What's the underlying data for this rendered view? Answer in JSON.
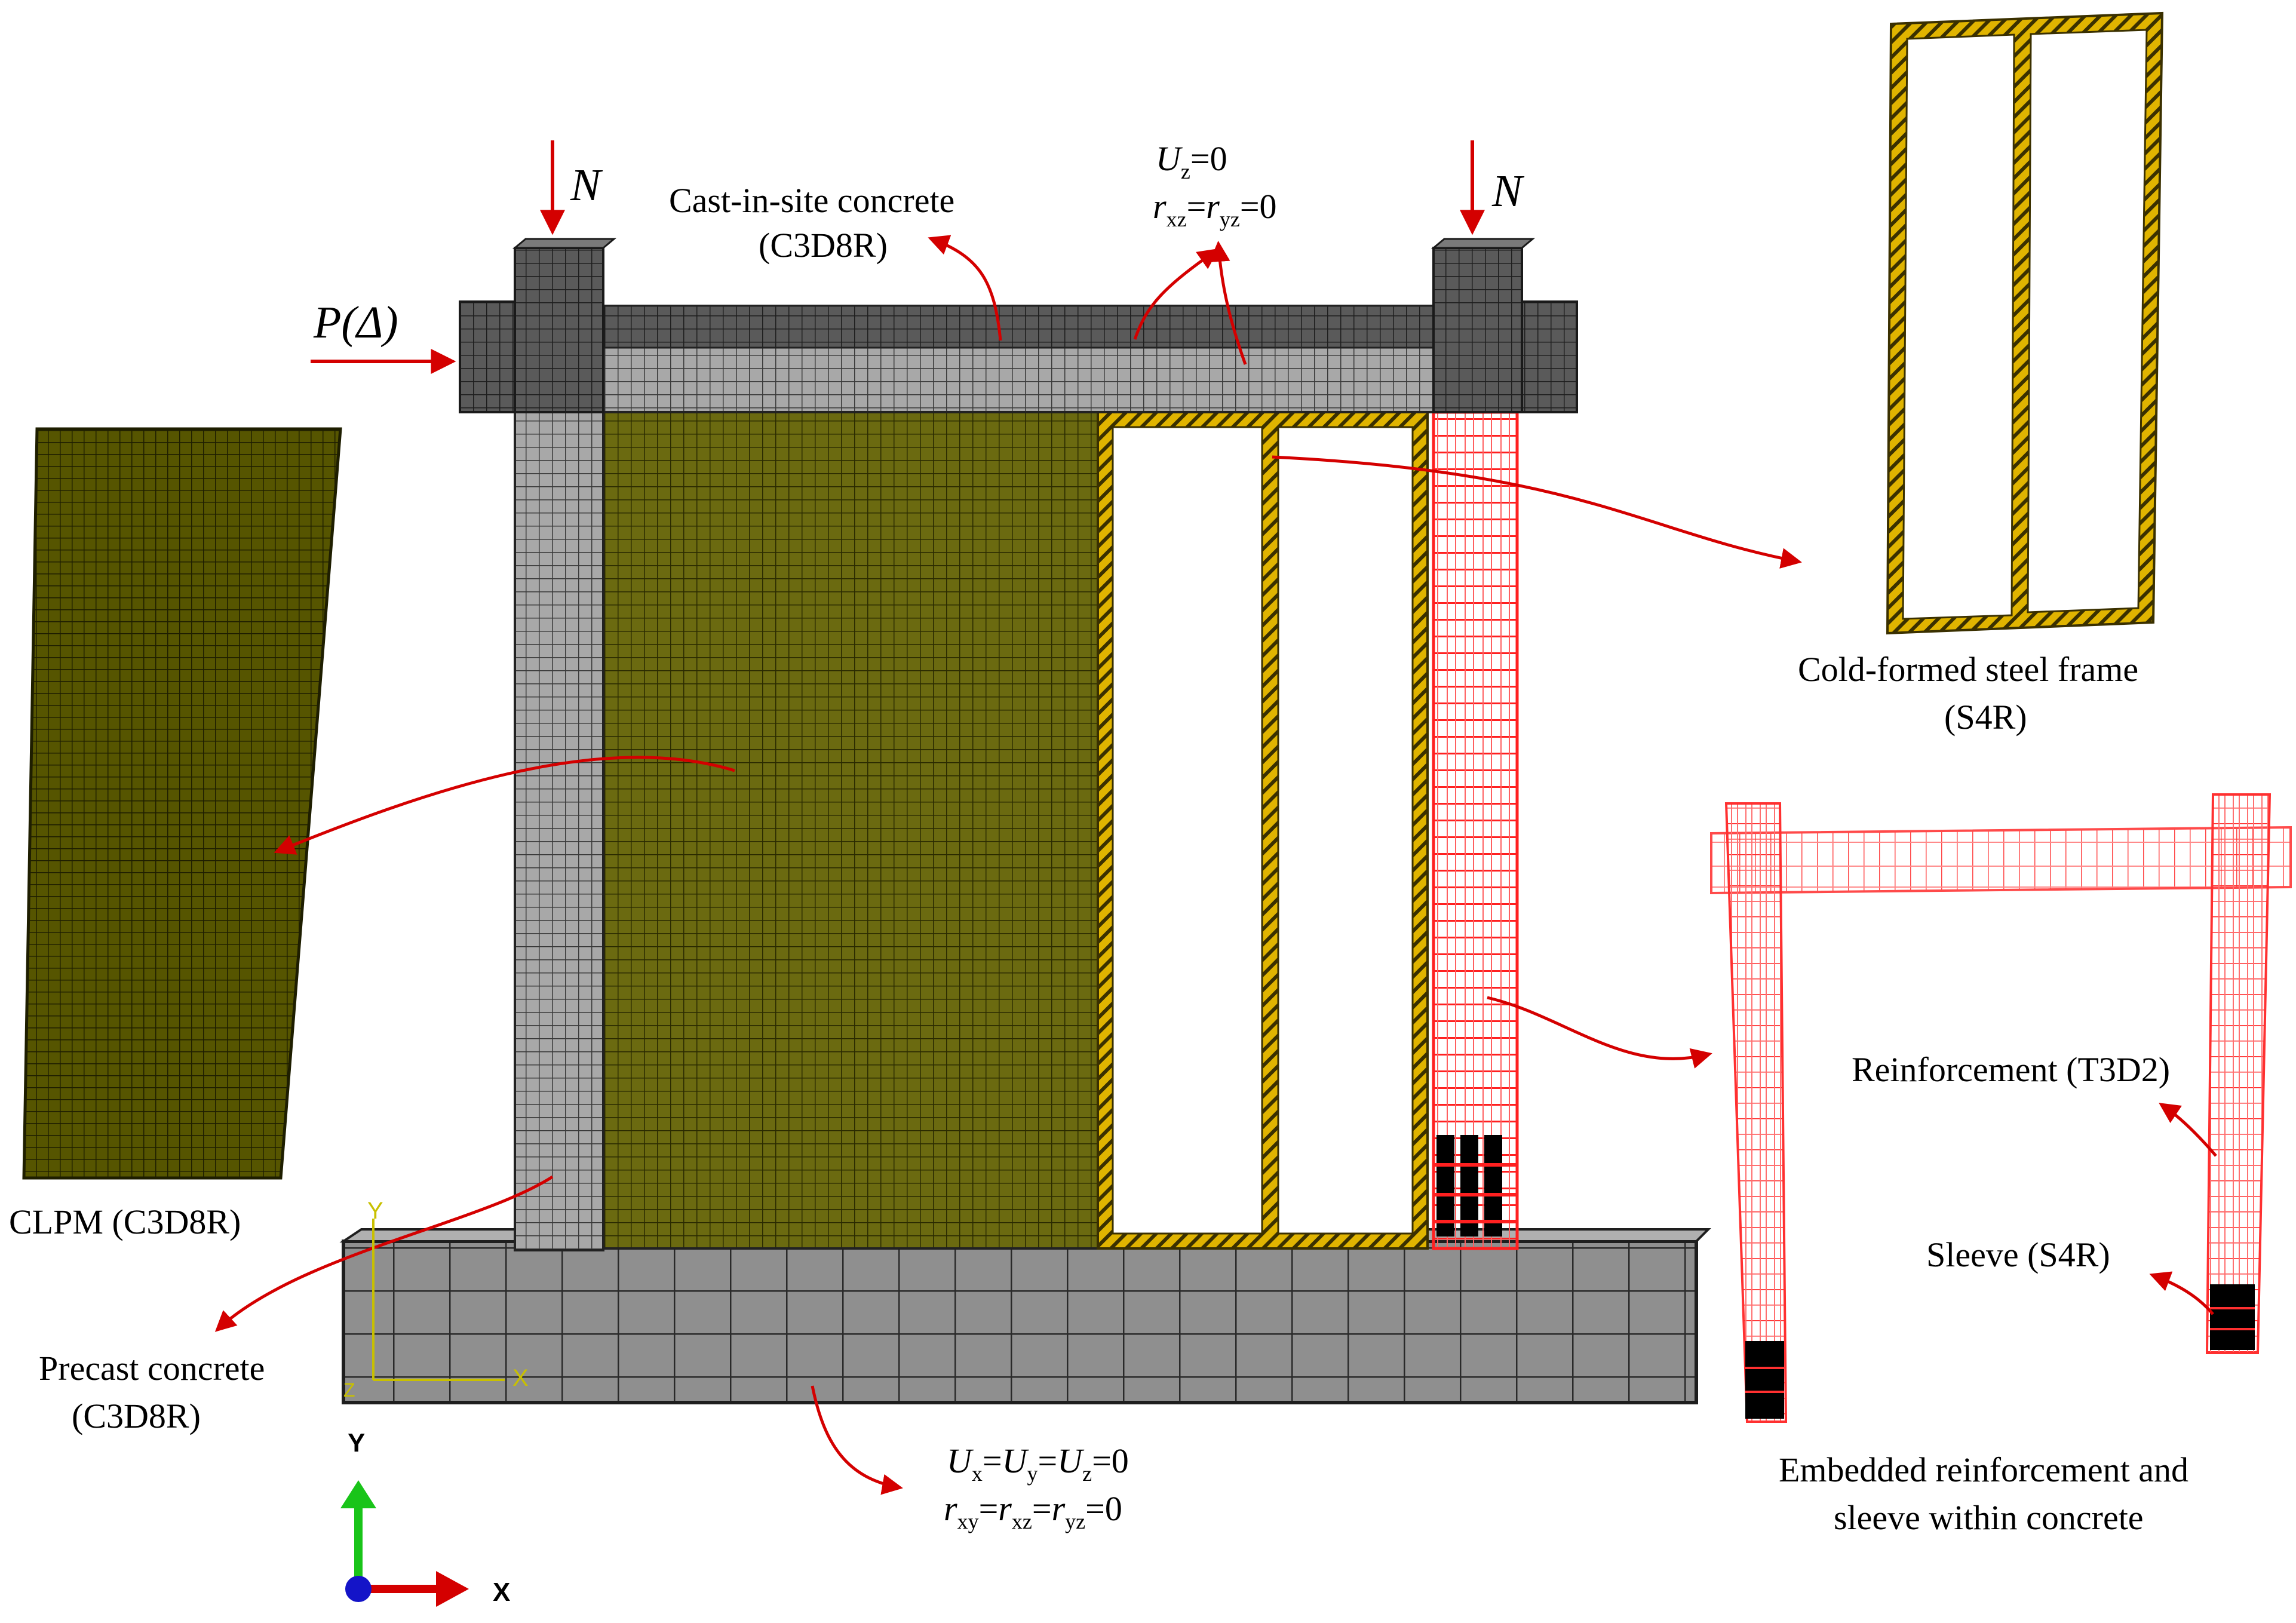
{
  "colors": {
    "arrow_red": "#d40000",
    "concrete_dark": "#555555",
    "concrete_light": "#9a9a9a",
    "foundation": "#8c8c8c",
    "clpm_olive": "#4a4a00",
    "steel_yellow": "#d2a800",
    "rebar_red": "#ff2a2a",
    "triad_x": "#d40000",
    "triad_y": "#19c419",
    "triad_z": "#1414c8"
  },
  "loads": {
    "axial_left": "N",
    "axial_right": "N",
    "lateral": "P(Δ)"
  },
  "labels": {
    "cast_in_site": "Cast-in-site  concrete",
    "cast_in_site_elem": "(C3D8R)",
    "top_bc_line1_sym": "U",
    "top_bc_line1_sub": "z",
    "top_bc_line1_val": "=0",
    "top_bc_line2": {
      "r1": "r",
      "s1": "xz",
      "eq": "=",
      "r2": "r",
      "s2": "yz",
      "val": "=0"
    },
    "clpm": "CLPM  (C3D8R)",
    "precast": "Precast concrete",
    "precast_elem": "(C3D8R)",
    "cfs_frame": "Cold-formed steel frame",
    "cfs_frame_elem": "(S4R)",
    "reinforcement": "Reinforcement  (T3D2)",
    "sleeve": "Sleeve  (S4R)",
    "embedded_line1": "Embedded reinforcement and",
    "embedded_line2": "sleeve within concrete",
    "bottom_bc_line1": {
      "u1": "U",
      "s1": "x",
      "e1": "=",
      "u2": "U",
      "s2": "y",
      "e2": "=",
      "u3": "U",
      "s3": "z",
      "val": "=0"
    },
    "bottom_bc_line2": {
      "r1": "r",
      "s1": "xy",
      "e1": "=",
      "r2": "r",
      "s2": "xz",
      "e2": "=",
      "r3": "r",
      "s3": "yz",
      "val": "=0"
    }
  },
  "axes": {
    "inner_y": "Y",
    "inner_x": "X",
    "inner_z": "Z",
    "triad_y": "Y",
    "triad_x": "X"
  }
}
